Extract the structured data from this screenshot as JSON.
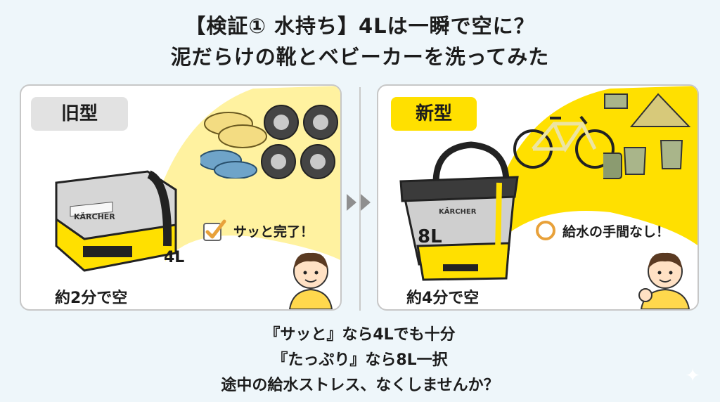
{
  "title": {
    "line1": "【検証① 水持ち】4Lは一瞬で空に？",
    "line2": "泥だらけの靴とベビーカーを洗ってみた"
  },
  "left_panel": {
    "badge": "旧型",
    "product_brand": "KÄRCHER",
    "capacity_label": "4L",
    "time_label": "約2分で空",
    "result_text": "サッと完了！",
    "result_icon": "checkbox-check-icon"
  },
  "right_panel": {
    "badge": "新型",
    "product_brand": "KÄRCHER",
    "capacity_label": "8L",
    "time_label": "約4分で空",
    "result_text": "給水の手間なし！",
    "result_icon": "circle-icon"
  },
  "bottom": {
    "line1": "『サッと』なら4Lでも十分",
    "line2": "『たっぷり』なら8L一択",
    "line3": "途中の給水ストレス、なくしませんか？"
  },
  "colors": {
    "accent_yellow": "#ffe000",
    "bubble_yellow": "#fff2a0",
    "check_orange": "#e8a13a",
    "background": "#eef6fa"
  }
}
